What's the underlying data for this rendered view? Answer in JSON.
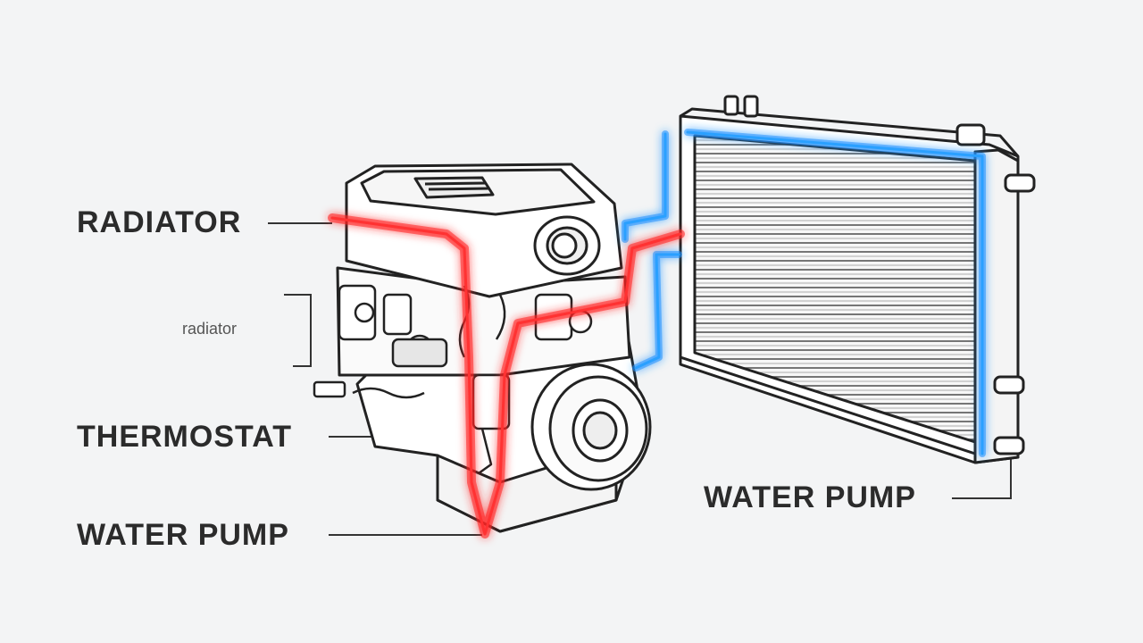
{
  "labels": {
    "radiator": "RADIATOR",
    "small_label": "radiator",
    "thermostat": "THERMOSTAT",
    "water_pump_left": "WATER PUMP",
    "water_pump_right": "WATER PUMP"
  },
  "colors": {
    "hot_coolant": "#ff1e1e",
    "cool_coolant": "#1e90ff",
    "line_art": "#222222",
    "background": "#f3f4f5"
  }
}
